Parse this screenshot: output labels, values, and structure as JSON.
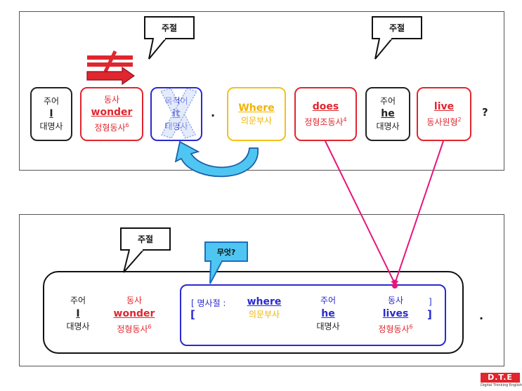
{
  "top": {
    "bubbles": [
      "주절",
      "주절"
    ],
    "cards": [
      {
        "top": "주어",
        "mid": "I",
        "bot": "대명사",
        "sup": "",
        "color": "#222222"
      },
      {
        "top": "동사",
        "mid": "wonder",
        "bot": "정형동사",
        "sup": "6",
        "color": "#e0262e"
      },
      {
        "top": "목적어",
        "mid": "it",
        "bot": "대명사",
        "sup": "",
        "color": "#2a2ad0"
      },
      {
        "top": "",
        "mid": "Where",
        "bot": "의문부사",
        "sup": "",
        "color": "#f0b400"
      },
      {
        "top": "",
        "mid": "does",
        "bot": "정형조동사",
        "sup": "4",
        "color": "#e0262e"
      },
      {
        "top": "주어",
        "mid": "he",
        "bot": "대명사",
        "sup": "",
        "color": "#222222"
      },
      {
        "top": "",
        "mid": "live",
        "bot": "동사원형",
        "sup": "2",
        "color": "#e0262e"
      }
    ],
    "period": ".",
    "question_mark": "?"
  },
  "bottom": {
    "bubble": "주절",
    "blue_bubble": "무엇?",
    "subject": {
      "top": "주어",
      "mid": "I",
      "bot": "대명사"
    },
    "verb": {
      "top": "동사",
      "mid": "wonder",
      "bot": "정형동사",
      "sup": "6"
    },
    "clause": {
      "open_label": "[ 명사절 :",
      "open_bracket": "[",
      "close_top": "]",
      "close_bracket": "]",
      "words": [
        {
          "top": "",
          "mid": "where",
          "bot": "의문부사",
          "sup": ""
        },
        {
          "top": "주어",
          "mid": "he",
          "bot": "대명사",
          "sup": ""
        },
        {
          "top": "동사",
          "mid": "lives",
          "bot": "정형동사",
          "sup": "6"
        }
      ]
    },
    "period": "."
  },
  "logo": {
    "title": "D.T.E",
    "subtitle": "Digital Thinking English"
  },
  "colors": {
    "red": "#e0262e",
    "blue": "#2a2ad0",
    "yellow": "#f0b400",
    "magenta": "#e8157a",
    "cyan": "#4fc6f2"
  }
}
